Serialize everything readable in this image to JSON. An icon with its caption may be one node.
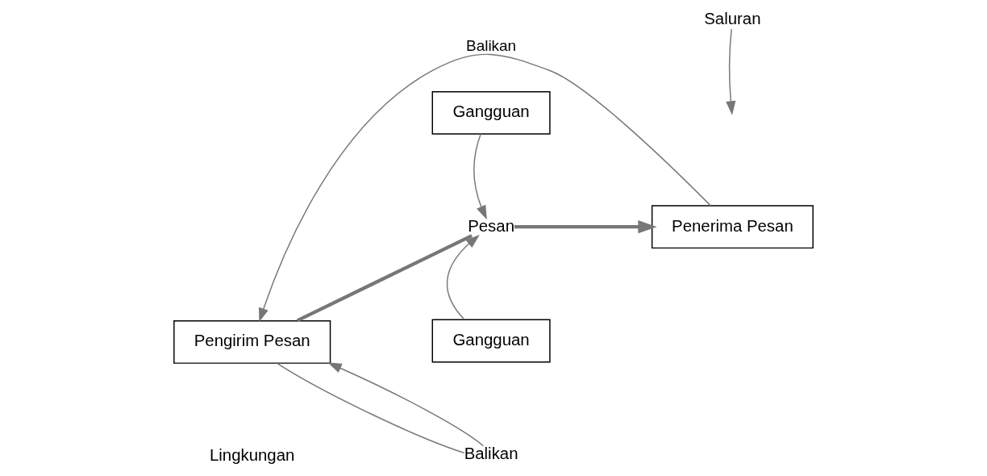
{
  "diagram": {
    "nodes": [
      {
        "text": [
          "Pengirim Pesan"
        ]
      },
      {
        "text": [
          "Gangguan"
        ]
      },
      {
        "text": [
          "Pesan"
        ]
      },
      {
        "text": [
          "Penerima Pesan"
        ]
      },
      {
        "text": [
          "Gangguan"
        ]
      },
      {
        "text": [
          "Saluran"
        ]
      },
      {
        "text": [
          "Balikan"
        ]
      }
    ],
    "edges": [
      {
        "from": 0,
        "to": 2,
        "arrow": "none",
        "style": "thick"
      },
      {
        "from": 2,
        "to": 3,
        "arrow": "to",
        "style": "thick"
      },
      {
        "from": 1,
        "to": 2,
        "arrow": "to"
      },
      {
        "from": 4,
        "to": 2,
        "arrow": "to"
      },
      {
        "from": 5,
        "to": null,
        "arrow": "to"
      },
      {
        "from": 0,
        "to": 6,
        "arrow": "none"
      },
      {
        "from": 6,
        "to": 0,
        "arrow": "to"
      },
      {
        "from": 3,
        "to": 0,
        "arrow": "to",
        "label": "Balikan"
      }
    ],
    "labels": [
      "Lingkungan"
    ]
  }
}
